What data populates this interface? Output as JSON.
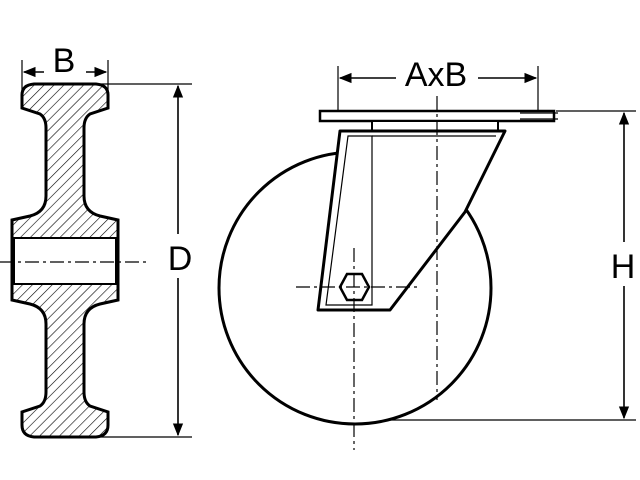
{
  "diagram": {
    "labels": {
      "wheel_width": "B",
      "wheel_diameter": "D",
      "plate_size": "AxB",
      "height": "H"
    }
  }
}
